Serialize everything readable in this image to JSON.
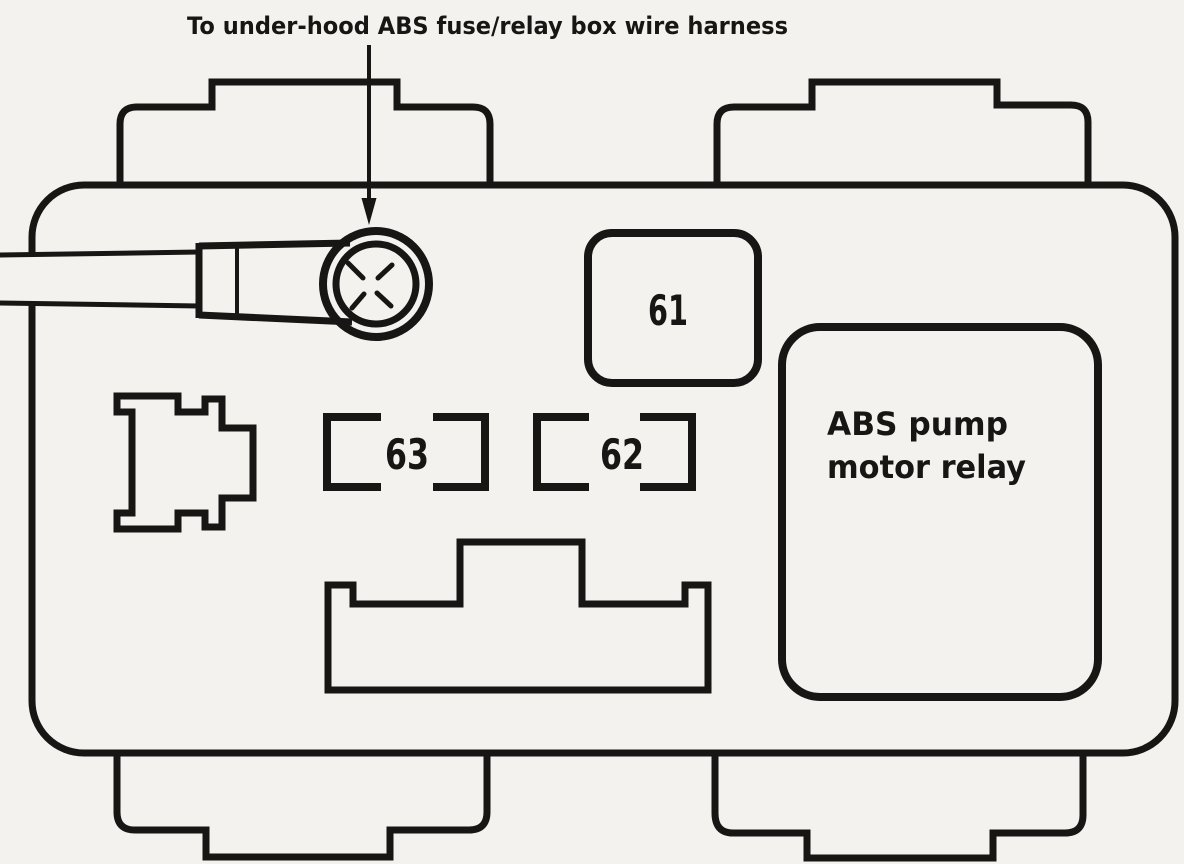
{
  "diagram": {
    "title": "To under-hood ABS fuse/relay box wire harness",
    "components": {
      "relay_61": "61",
      "relay_62": "62",
      "relay_63": "63",
      "abs_pump_motor_relay": {
        "line1": "ABS pump",
        "line2": "motor relay"
      }
    },
    "colors": {
      "paper": "#f4f2ee",
      "ink": "#181614"
    }
  }
}
